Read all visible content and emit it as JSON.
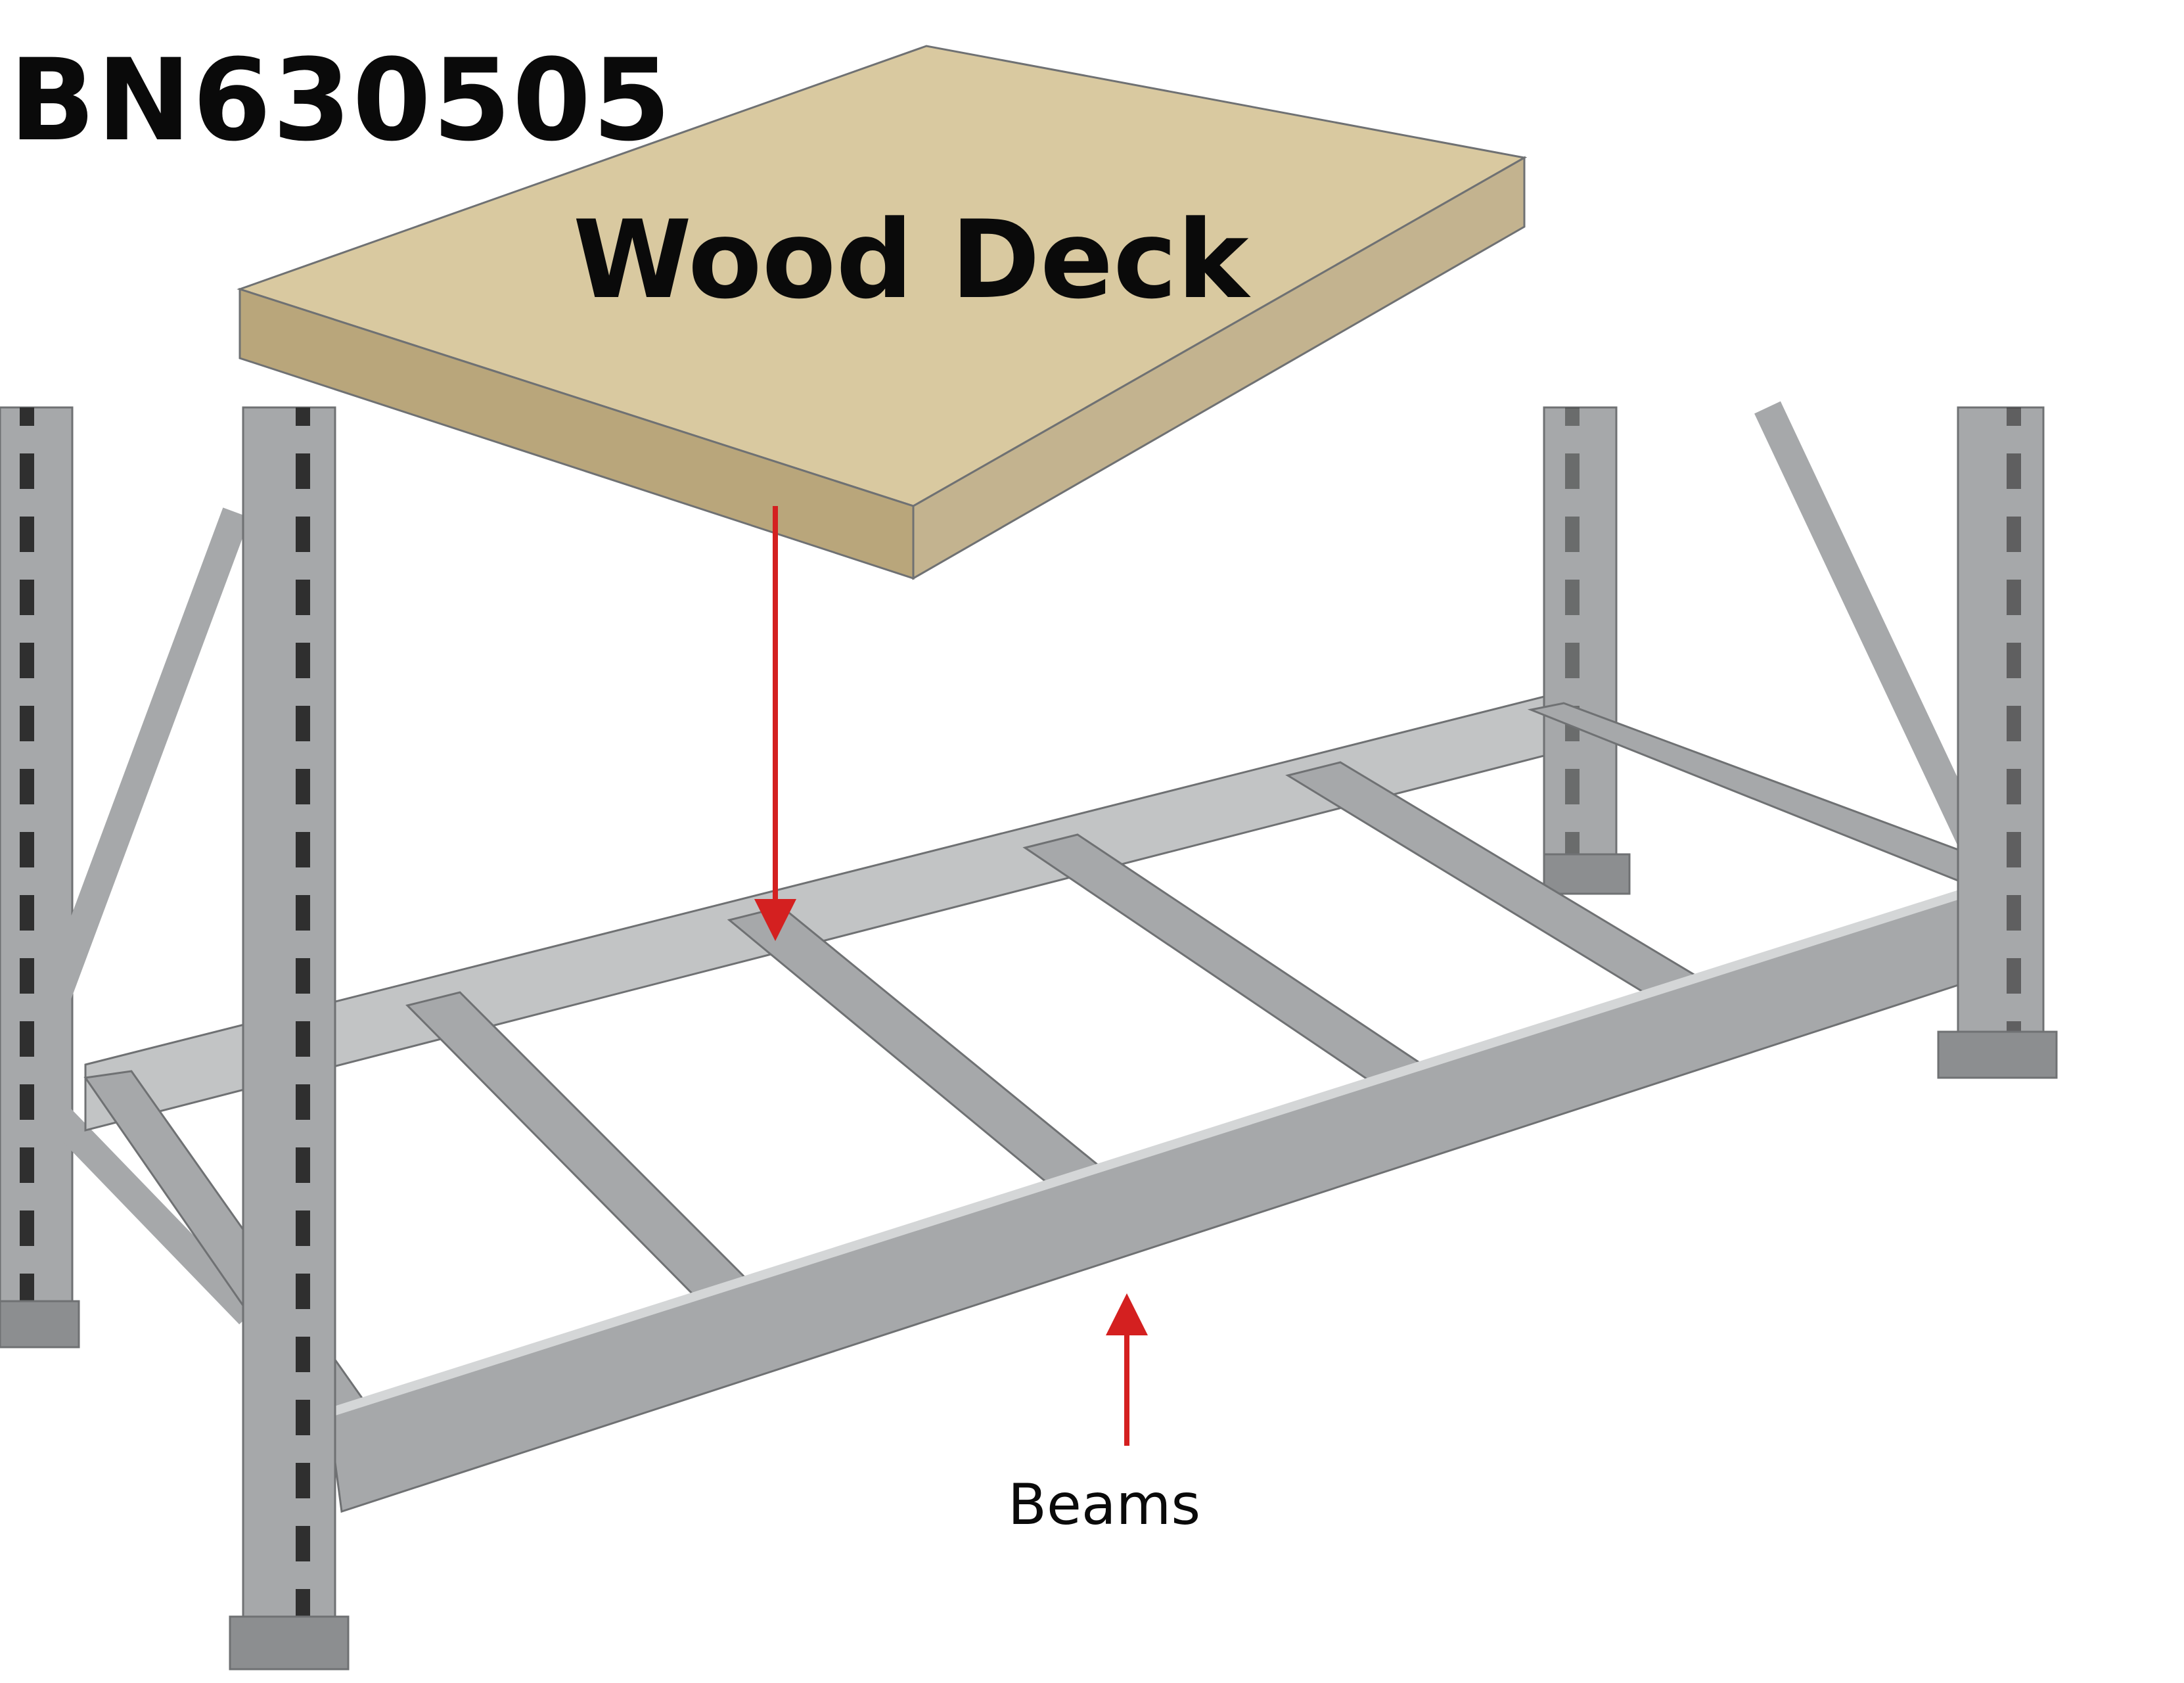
{
  "product_code": "BN630505",
  "deck_label": "Wood Deck",
  "beam_label": "Beams",
  "colors": {
    "steel": "#a6a8aa",
    "steel_dark": "#8c8e90",
    "steel_light": "#c2c4c5",
    "wood_top": "#d9c9a0",
    "wood_side": "#b9a67b",
    "arrow": "#d42020"
  }
}
